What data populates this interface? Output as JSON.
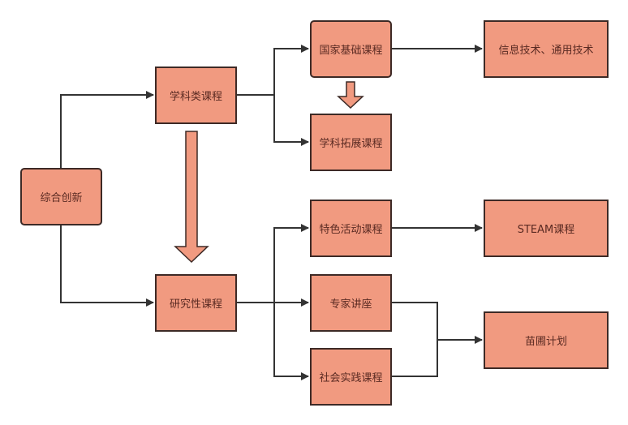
{
  "diagram": {
    "type": "flowchart",
    "colors": {
      "node_fill": "#f19a80",
      "node_border": "#3d2a26",
      "text": "#5a2a22",
      "connector": "#333333"
    },
    "nodes": {
      "root": "综合创新",
      "subject": "学科类课程",
      "research": "研究性课程",
      "national": "国家基础课程",
      "extension": "学科拓展课程",
      "infotech": "信息技术、通用技术",
      "special": "特色活动课程",
      "steam": "STEAM课程",
      "lecture": "专家讲座",
      "social": "社会实践课程",
      "nursery": "苗圃计划"
    },
    "edges": [
      {
        "from": "综合创新",
        "to": "学科类课程",
        "style": "line-arrow"
      },
      {
        "from": "综合创新",
        "to": "研究性课程",
        "style": "line-arrow"
      },
      {
        "from": "学科类课程",
        "to": "国家基础课程",
        "style": "line-arrow"
      },
      {
        "from": "学科类课程",
        "to": "学科拓展课程",
        "style": "line-arrow"
      },
      {
        "from": "国家基础课程",
        "to": "信息技术、通用技术",
        "style": "line-arrow"
      },
      {
        "from": "国家基础课程",
        "to": "学科拓展课程",
        "style": "block-arrow"
      },
      {
        "from": "学科类课程",
        "to": "研究性课程",
        "style": "block-arrow"
      },
      {
        "from": "研究性课程",
        "to": "特色活动课程",
        "style": "line-arrow"
      },
      {
        "from": "研究性课程",
        "to": "专家讲座",
        "style": "line-arrow"
      },
      {
        "from": "研究性课程",
        "to": "社会实践课程",
        "style": "line-arrow"
      },
      {
        "from": "特色活动课程",
        "to": "STEAM课程",
        "style": "line-arrow"
      },
      {
        "from": "专家讲座",
        "to": "苗圃计划",
        "style": "line-arrow"
      },
      {
        "from": "社会实践课程",
        "to": "苗圃计划",
        "style": "line-arrow"
      }
    ]
  }
}
